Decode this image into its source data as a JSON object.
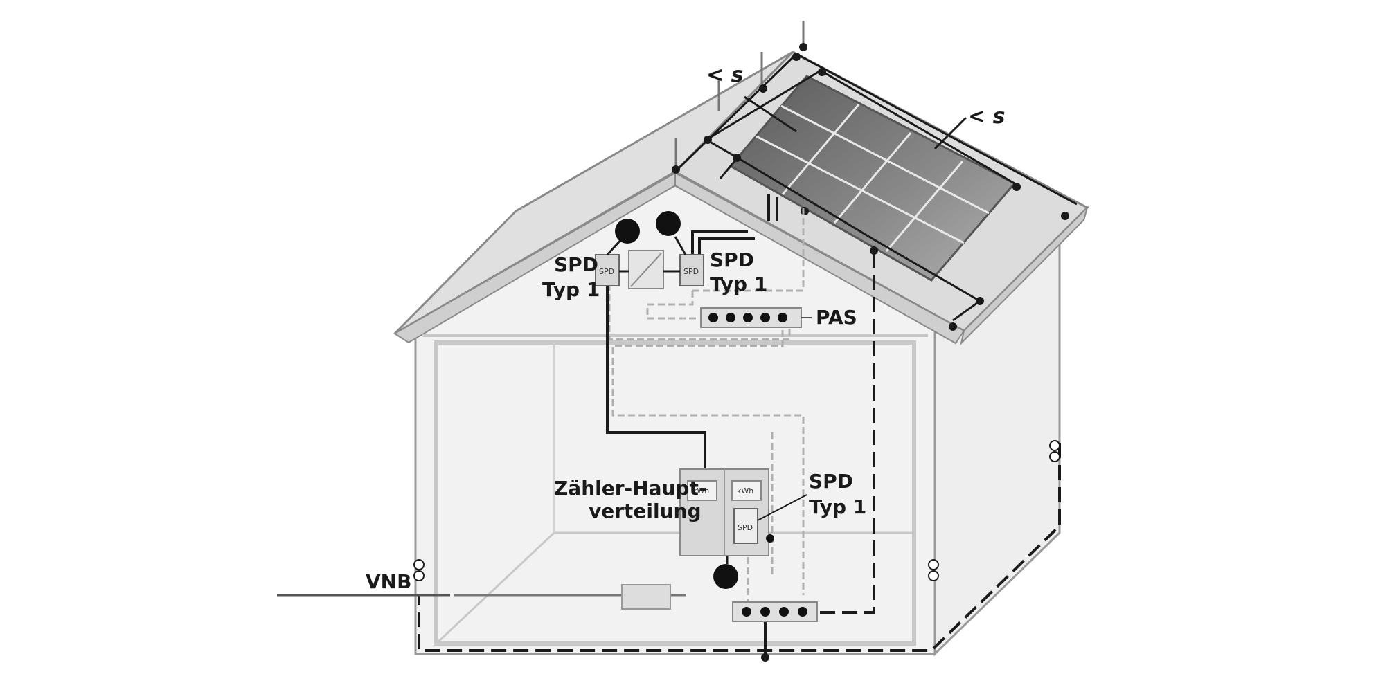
{
  "labels": {
    "spd_left_1": "SPD",
    "spd_left_2": "Typ 1",
    "spd_right_1": "SPD",
    "spd_right_2": "Typ 1",
    "pas": "PAS",
    "spd_lower_1": "SPD",
    "spd_lower_2": "Typ 1",
    "meter_1": "Zähler-Haupt-",
    "meter_2": "verteilung",
    "vnb": "VNB",
    "sep_left": "< s",
    "sep_right": "< s"
  },
  "devices": {
    "spd_box_text": "SPD",
    "kwh_text": "kWh"
  }
}
